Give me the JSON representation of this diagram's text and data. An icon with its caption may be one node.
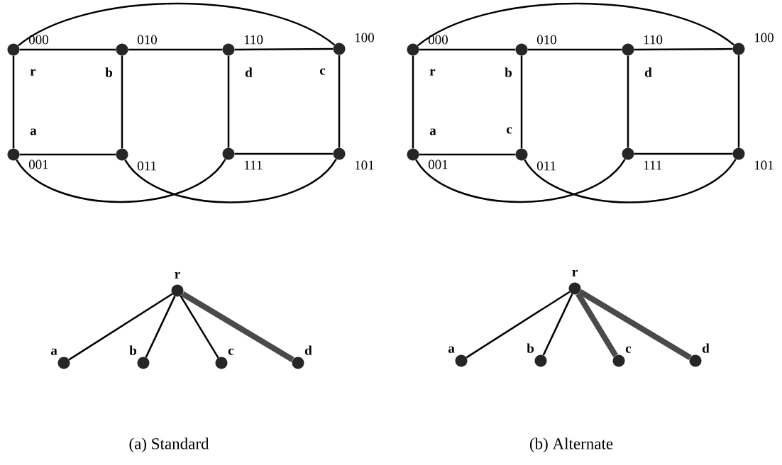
{
  "diagram": {
    "nodes": [
      {
        "text": [],
        "shape": "circle",
        "beside": [
          "000",
          "r"
        ]
      },
      {
        "text": [],
        "shape": "circle",
        "beside": [
          "010",
          "b"
        ]
      },
      {
        "text": [],
        "shape": "circle",
        "beside": [
          "110",
          "d"
        ]
      },
      {
        "text": [],
        "shape": "circle",
        "beside": [
          "100",
          "c"
        ]
      },
      {
        "text": [],
        "shape": "circle",
        "beside": [
          "a",
          "001"
        ]
      },
      {
        "text": [],
        "shape": "circle",
        "beside": [
          "011"
        ]
      },
      {
        "text": [],
        "shape": "circle",
        "beside": [
          "111"
        ]
      },
      {
        "text": [],
        "shape": "circle",
        "beside": [
          "101"
        ]
      },
      {
        "text": [],
        "shape": "circle",
        "beside": [
          "r"
        ]
      },
      {
        "text": [],
        "shape": "circle",
        "beside": [
          "a"
        ]
      },
      {
        "text": [],
        "shape": "circle",
        "beside": [
          "b"
        ]
      },
      {
        "text": [],
        "shape": "circle",
        "beside": [
          "c"
        ]
      },
      {
        "text": [],
        "shape": "circle",
        "beside": [
          "d"
        ]
      },
      {
        "text": [],
        "shape": "circle",
        "beside": [
          "000",
          "r"
        ]
      },
      {
        "text": [],
        "shape": "circle",
        "beside": [
          "010",
          "b"
        ]
      },
      {
        "text": [],
        "shape": "circle",
        "beside": [
          "110",
          "d"
        ]
      },
      {
        "text": [],
        "shape": "circle",
        "beside": [
          "100"
        ]
      },
      {
        "text": [],
        "shape": "circle",
        "beside": [
          "a",
          "001"
        ]
      },
      {
        "text": [],
        "shape": "circle",
        "beside": [
          "c",
          "011"
        ]
      },
      {
        "text": [],
        "shape": "circle",
        "beside": [
          "111"
        ]
      },
      {
        "text": [],
        "shape": "circle",
        "beside": [
          "101"
        ]
      },
      {
        "text": [],
        "shape": "circle",
        "beside": [
          "r"
        ]
      },
      {
        "text": [],
        "shape": "circle",
        "beside": [
          "a"
        ]
      },
      {
        "text": [],
        "shape": "circle",
        "beside": [
          "b"
        ]
      },
      {
        "text": [],
        "shape": "circle",
        "beside": [
          "c"
        ]
      },
      {
        "text": [],
        "shape": "circle",
        "beside": [
          "d"
        ]
      }
    ],
    "edges": [
      {
        "from": 0,
        "to": 1,
        "arrow": "none"
      },
      {
        "from": 1,
        "to": 2,
        "arrow": "none"
      },
      {
        "from": 2,
        "to": 3,
        "arrow": "none"
      },
      {
        "from": 4,
        "to": 5,
        "arrow": "none"
      },
      {
        "from": 6,
        "to": 7,
        "arrow": "none"
      },
      {
        "from": 0,
        "to": 4,
        "arrow": "none"
      },
      {
        "from": 1,
        "to": 5,
        "arrow": "none"
      },
      {
        "from": 2,
        "to": 6,
        "arrow": "none"
      },
      {
        "from": 3,
        "to": 7,
        "arrow": "none"
      },
      {
        "from": 0,
        "to": 3,
        "arrow": "none"
      },
      {
        "from": 4,
        "to": 6,
        "arrow": "none"
      },
      {
        "from": 5,
        "to": 7,
        "arrow": "none"
      },
      {
        "from": 8,
        "to": 9,
        "arrow": "none"
      },
      {
        "from": 8,
        "to": 10,
        "arrow": "none"
      },
      {
        "from": 8,
        "to": 11,
        "arrow": "none"
      },
      {
        "from": 8,
        "to": 12,
        "arrow": "none",
        "style": "thick",
        "color": "#4a4a4a"
      },
      {
        "from": 13,
        "to": 14,
        "arrow": "none"
      },
      {
        "from": 14,
        "to": 15,
        "arrow": "none"
      },
      {
        "from": 15,
        "to": 16,
        "arrow": "none"
      },
      {
        "from": 17,
        "to": 18,
        "arrow": "none"
      },
      {
        "from": 19,
        "to": 20,
        "arrow": "none"
      },
      {
        "from": 13,
        "to": 17,
        "arrow": "none"
      },
      {
        "from": 14,
        "to": 18,
        "arrow": "none"
      },
      {
        "from": 15,
        "to": 19,
        "arrow": "none"
      },
      {
        "from": 16,
        "to": 20,
        "arrow": "none"
      },
      {
        "from": 13,
        "to": 16,
        "arrow": "none"
      },
      {
        "from": 17,
        "to": 19,
        "arrow": "none"
      },
      {
        "from": 18,
        "to": 20,
        "arrow": "none"
      },
      {
        "from": 21,
        "to": 22,
        "arrow": "none"
      },
      {
        "from": 21,
        "to": 23,
        "arrow": "none"
      },
      {
        "from": 21,
        "to": 24,
        "arrow": "none",
        "style": "thick",
        "color": "#4a4a4a"
      },
      {
        "from": 21,
        "to": 25,
        "arrow": "none",
        "style": "thick",
        "color": "#4a4a4a"
      }
    ],
    "labels": [
      "(a) Standard",
      "(b) Alternate"
    ]
  }
}
